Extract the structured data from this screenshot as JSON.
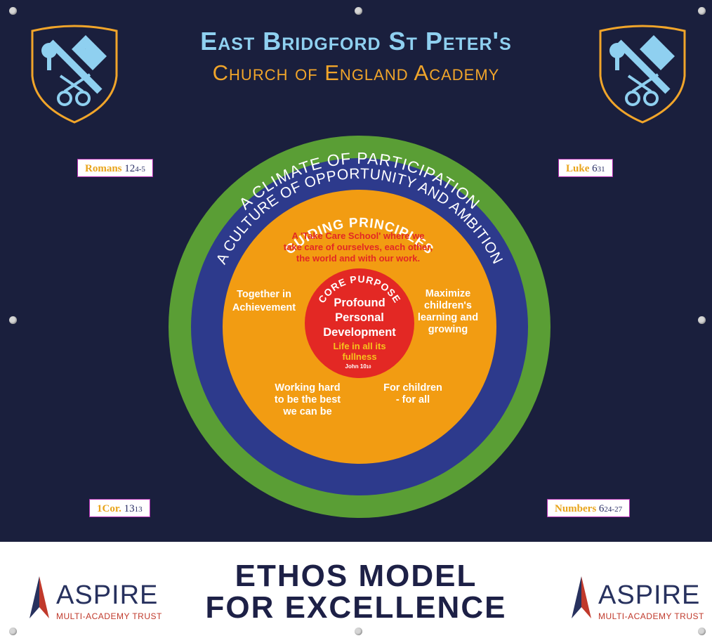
{
  "header": {
    "title_line1": "East Bridgford St Peter's",
    "title_line2": "Church of England Academy"
  },
  "references": {
    "top_left": {
      "book": "Romans",
      "chapter": "12",
      "verses": "4-5"
    },
    "top_right": {
      "book": "Luke",
      "chapter": "6",
      "verses": "31"
    },
    "bottom_left": {
      "book": "1Cor.",
      "chapter": "13",
      "verses": "13"
    },
    "bottom_right": {
      "book": "Numbers",
      "chapter": "6",
      "verses": "24-27"
    }
  },
  "rings": {
    "outer": "A CLIMATE OF PARTICIPATION",
    "middle": "A CULTURE OF OPPORTUNITY AND AMBITION",
    "inner_heading": "GUIDING PRINCIPLES",
    "core_heading": "CORE PURPOSE"
  },
  "guiding": {
    "statement_line1": "A 'Take Care School' where we",
    "statement_line2": "take care of ourselves, each other,",
    "statement_line3": "the world and with our work.",
    "left_line1": "Together in",
    "left_line2": "Achievement",
    "right_line1": "Maximize",
    "right_line2": "children's",
    "right_line3": "learning and",
    "right_line4": "growing",
    "bottom_left_line1": "Working hard",
    "bottom_left_line2": "to be the best",
    "bottom_left_line3": "we can be",
    "bottom_right_line1": "For children",
    "bottom_right_line2": "- for all"
  },
  "core": {
    "line1": "Profound",
    "line2": "Personal",
    "line3": "Development",
    "sub_line1": "Life in all its",
    "sub_line2": "fullness",
    "citation": "John 10",
    "citation_verse": "10"
  },
  "footer": {
    "line1": "ETHOS MODEL",
    "line2": "FOR EXCELLENCE",
    "logo_word": "ASPIRE",
    "logo_sub": "MULTI-ACADEMY TRUST"
  },
  "colors": {
    "background": "#1a1f3d",
    "green_ring": "#5a9e35",
    "blue_ring": "#2d3a8c",
    "orange_ring": "#f29c12",
    "core_red": "#e32824",
    "title_blue": "#8fd0f0",
    "title_gold": "#f1a52a"
  },
  "icons": {
    "crest": "school-crest-icon",
    "logo": "aspire-logo-icon"
  }
}
